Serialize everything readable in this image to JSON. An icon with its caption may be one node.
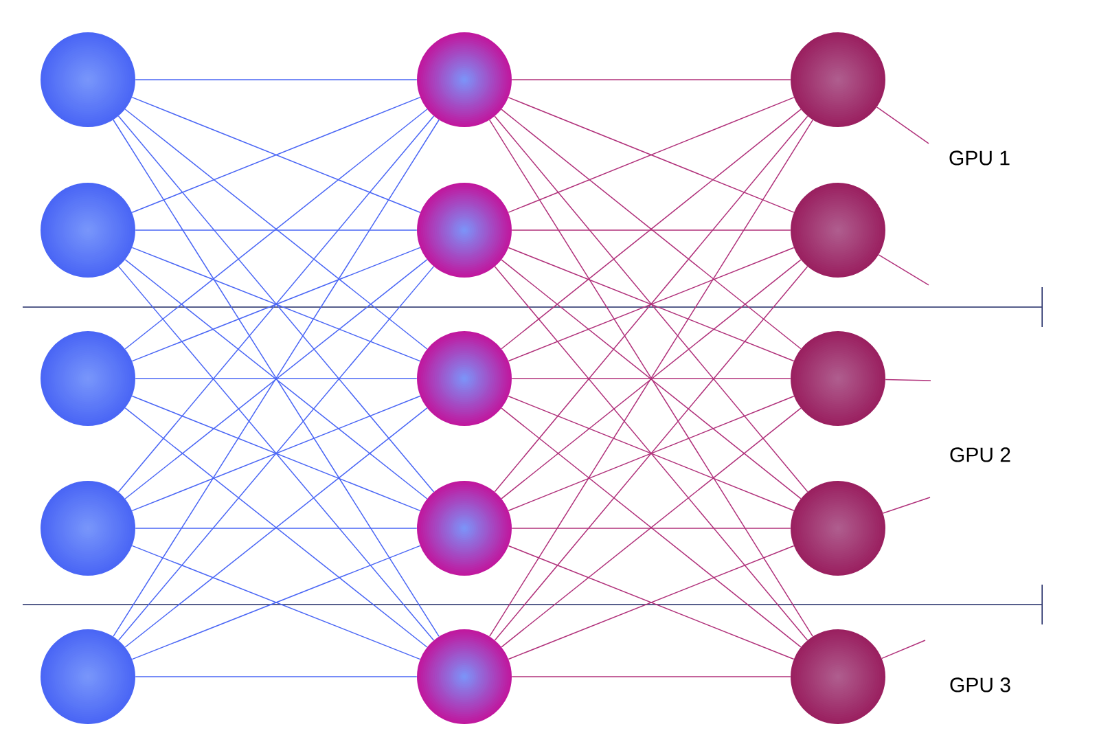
{
  "diagram": {
    "nodes": [
      {
        "text": [],
        "shape": "circle"
      },
      {
        "text": [],
        "shape": "circle"
      },
      {
        "text": [],
        "shape": "circle"
      },
      {
        "text": [],
        "shape": "circle"
      },
      {
        "text": [],
        "shape": "circle"
      },
      {
        "text": [],
        "shape": "circle"
      },
      {
        "text": [],
        "shape": "circle"
      },
      {
        "text": [],
        "shape": "circle"
      },
      {
        "text": [],
        "shape": "circle"
      },
      {
        "text": [],
        "shape": "circle"
      },
      {
        "text": [],
        "shape": "circle"
      },
      {
        "text": [],
        "shape": "circle"
      },
      {
        "text": [],
        "shape": "circle"
      },
      {
        "text": [],
        "shape": "circle"
      },
      {
        "text": [],
        "shape": "circle"
      }
    ],
    "edges": [
      {
        "from": 0,
        "to": 5,
        "arrow": "none",
        "color": "#4a66f5"
      },
      {
        "from": 0,
        "to": 6,
        "arrow": "none",
        "color": "#4a66f5"
      },
      {
        "from": 0,
        "to": 7,
        "arrow": "none",
        "color": "#4a66f5"
      },
      {
        "from": 0,
        "to": 8,
        "arrow": "none",
        "color": "#4a66f5"
      },
      {
        "from": 0,
        "to": 9,
        "arrow": "none",
        "color": "#4a66f5"
      },
      {
        "from": 1,
        "to": 5,
        "arrow": "none",
        "color": "#4a66f5"
      },
      {
        "from": 1,
        "to": 6,
        "arrow": "none",
        "color": "#4a66f5"
      },
      {
        "from": 1,
        "to": 7,
        "arrow": "none",
        "color": "#4a66f5"
      },
      {
        "from": 1,
        "to": 8,
        "arrow": "none",
        "color": "#4a66f5"
      },
      {
        "from": 1,
        "to": 9,
        "arrow": "none",
        "color": "#4a66f5"
      },
      {
        "from": 2,
        "to": 5,
        "arrow": "none",
        "color": "#4a66f5"
      },
      {
        "from": 2,
        "to": 6,
        "arrow": "none",
        "color": "#4a66f5"
      },
      {
        "from": 2,
        "to": 7,
        "arrow": "none",
        "color": "#4a66f5"
      },
      {
        "from": 2,
        "to": 8,
        "arrow": "none",
        "color": "#4a66f5"
      },
      {
        "from": 2,
        "to": 9,
        "arrow": "none",
        "color": "#4a66f5"
      },
      {
        "from": 3,
        "to": 5,
        "arrow": "none",
        "color": "#4a66f5"
      },
      {
        "from": 3,
        "to": 6,
        "arrow": "none",
        "color": "#4a66f5"
      },
      {
        "from": 3,
        "to": 7,
        "arrow": "none",
        "color": "#4a66f5"
      },
      {
        "from": 3,
        "to": 8,
        "arrow": "none",
        "color": "#4a66f5"
      },
      {
        "from": 3,
        "to": 9,
        "arrow": "none",
        "color": "#4a66f5"
      },
      {
        "from": 4,
        "to": 5,
        "arrow": "none",
        "color": "#4a66f5"
      },
      {
        "from": 4,
        "to": 6,
        "arrow": "none",
        "color": "#4a66f5"
      },
      {
        "from": 4,
        "to": 7,
        "arrow": "none",
        "color": "#4a66f5"
      },
      {
        "from": 4,
        "to": 8,
        "arrow": "none",
        "color": "#4a66f5"
      },
      {
        "from": 4,
        "to": 9,
        "arrow": "none",
        "color": "#4a66f5"
      },
      {
        "from": 5,
        "to": 10,
        "arrow": "none"
      },
      {
        "from": 5,
        "to": 11,
        "arrow": "none"
      },
      {
        "from": 5,
        "to": 12,
        "arrow": "none"
      },
      {
        "from": 5,
        "to": 13,
        "arrow": "none"
      },
      {
        "from": 5,
        "to": 14,
        "arrow": "none"
      },
      {
        "from": 6,
        "to": 10,
        "arrow": "none"
      },
      {
        "from": 6,
        "to": 11,
        "arrow": "none"
      },
      {
        "from": 6,
        "to": 12,
        "arrow": "none"
      },
      {
        "from": 6,
        "to": 13,
        "arrow": "none"
      },
      {
        "from": 6,
        "to": 14,
        "arrow": "none"
      },
      {
        "from": 7,
        "to": 10,
        "arrow": "none"
      },
      {
        "from": 7,
        "to": 11,
        "arrow": "none"
      },
      {
        "from": 7,
        "to": 12,
        "arrow": "none"
      },
      {
        "from": 7,
        "to": 13,
        "arrow": "none"
      },
      {
        "from": 7,
        "to": 14,
        "arrow": "none"
      },
      {
        "from": 8,
        "to": 10,
        "arrow": "none"
      },
      {
        "from": 8,
        "to": 11,
        "arrow": "none"
      },
      {
        "from": 8,
        "to": 12,
        "arrow": "none"
      },
      {
        "from": 8,
        "to": 13,
        "arrow": "none"
      },
      {
        "from": 8,
        "to": 14,
        "arrow": "none"
      },
      {
        "from": 9,
        "to": 10,
        "arrow": "none"
      },
      {
        "from": 9,
        "to": 11,
        "arrow": "none"
      },
      {
        "from": 9,
        "to": 12,
        "arrow": "none"
      },
      {
        "from": 9,
        "to": 13,
        "arrow": "none"
      },
      {
        "from": 9,
        "to": 14,
        "arrow": "none"
      },
      {
        "from": 10,
        "to": null,
        "arrow": "none"
      },
      {
        "from": 11,
        "to": null,
        "arrow": "none"
      },
      {
        "from": 12,
        "to": null,
        "arrow": "none"
      },
      {
        "from": 13,
        "to": null,
        "arrow": "none"
      },
      {
        "from": 14,
        "to": null,
        "arrow": "none"
      }
    ],
    "labels": [
      "GPU 1",
      "GPU 2",
      "GPU 3"
    ]
  }
}
